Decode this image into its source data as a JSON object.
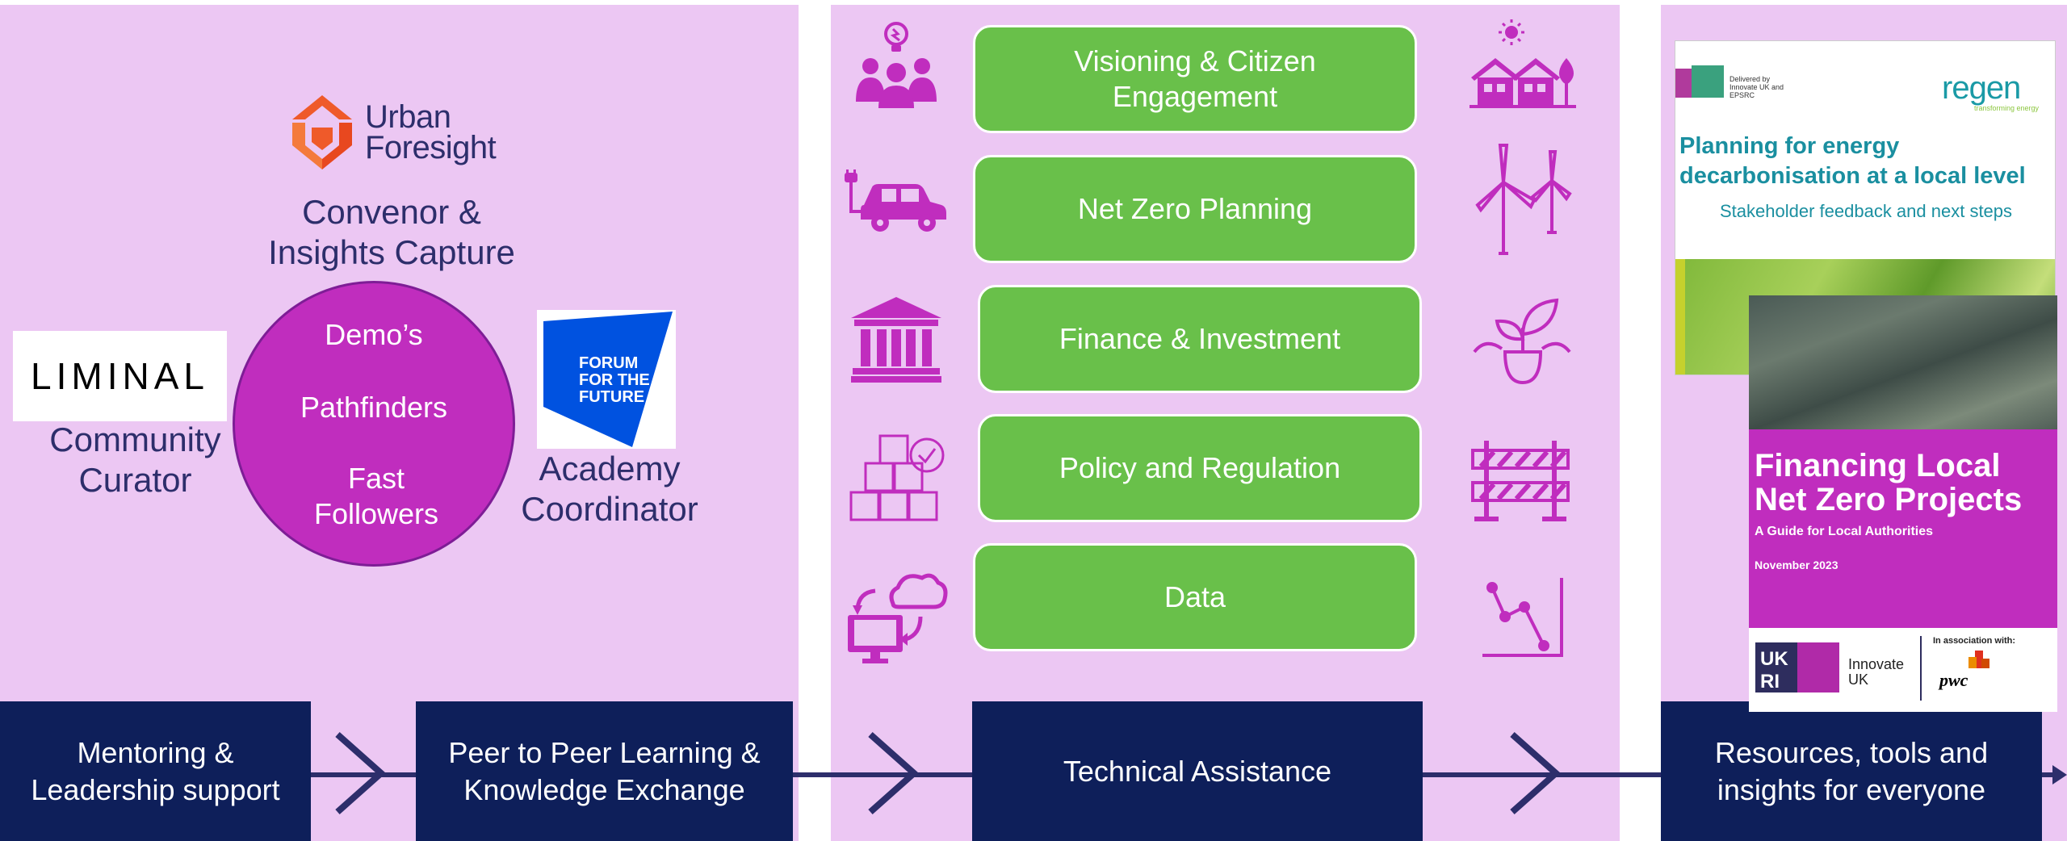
{
  "left_panel": {
    "logo_urban_foresight": {
      "line1": "Urban",
      "line2": "Foresight"
    },
    "convenor_label": "Convenor & Insights Capture",
    "circle_items": [
      "Demo’s",
      "Pathfinders",
      "Fast Followers"
    ],
    "liminal_logo": "LIMINAL",
    "community_label": "Community Curator",
    "fftf_logo": [
      "FORUM",
      "FOR THE",
      "FUTURE"
    ],
    "academy_label": "Academy Coordinator"
  },
  "middle_panel": {
    "buttons": [
      {
        "label": "Visioning & Citizen Engagement",
        "left_icon": "people-idea-icon",
        "right_icon": "houses-sun-icon"
      },
      {
        "label": "Net Zero Planning",
        "left_icon": "electric-car-icon",
        "right_icon": "wind-turbines-icon"
      },
      {
        "label": "Finance & Investment",
        "left_icon": "bank-icon",
        "right_icon": "sprout-icon"
      },
      {
        "label": "Policy and Regulation",
        "left_icon": "boxes-check-icon",
        "right_icon": "barrier-icon"
      },
      {
        "label": "Data",
        "left_icon": "computer-cloud-sync-icon",
        "right_icon": "line-chart-icon"
      }
    ]
  },
  "flow_boxes": [
    {
      "label": "Mentoring & Leadership support"
    },
    {
      "label": "Peer to Peer Learning & Knowledge Exchange"
    },
    {
      "label": "Technical Assistance"
    },
    {
      "label": "Resources, tools and insights for everyone"
    }
  ],
  "reports": {
    "report1": {
      "delivered_by": "Delivered by Innovate UK and EPSRC",
      "brand": "regen",
      "brand_tagline": "transforming energy",
      "title": "Planning for energy decarbonisation at a local level",
      "subtitle": "Stakeholder feedback and next steps"
    },
    "report2": {
      "title": "Financing Local Net Zero Projects",
      "subtitle": "A Guide for Local Authorities",
      "date": "November 2023",
      "innovate": "Innovate UK",
      "association": "In association with:",
      "pwc": "pwc"
    }
  },
  "colors": {
    "panel_bg": "#ecc7f3",
    "green": "#69c04a",
    "navy": "#0e1f5a",
    "magenta": "#c02dbe",
    "text_dark": "#2d2e6b",
    "flow_line": "#2d2e6b"
  }
}
